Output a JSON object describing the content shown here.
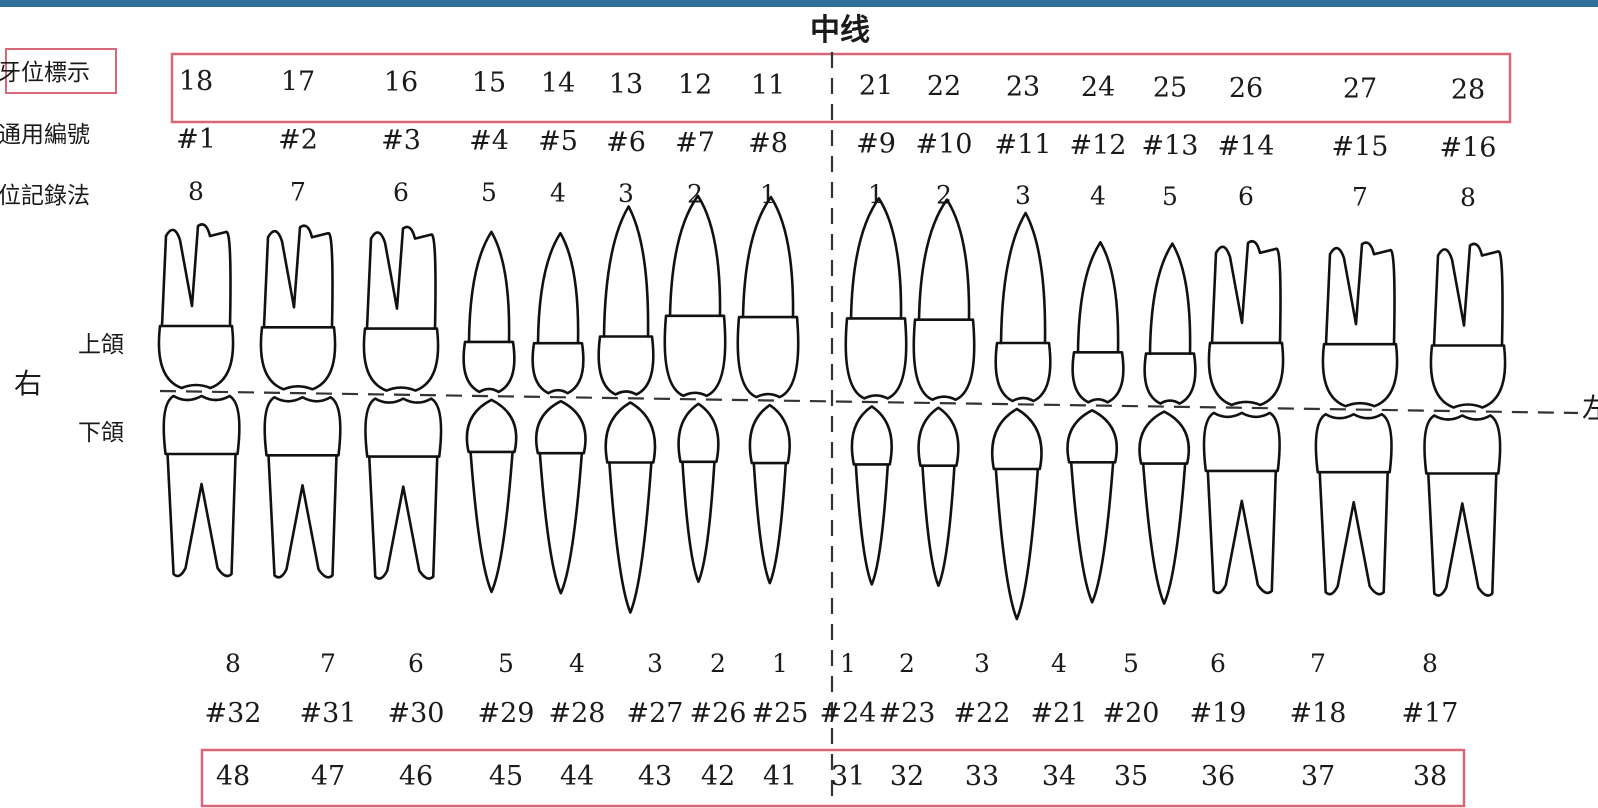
{
  "midline_label": "中线",
  "row_labels": {
    "fdi": "牙位標示",
    "universal": "通用編號",
    "palmer": "位記錄法"
  },
  "jaw_labels": {
    "upper": "上頜",
    "lower": "下頜"
  },
  "side_labels": {
    "right": "右",
    "left": "左"
  },
  "colors": {
    "frame": "#d9677a",
    "topbar": "#2f6f98",
    "line": "#111111"
  },
  "upper": {
    "fdi": [
      "18",
      "17",
      "16",
      "15",
      "14",
      "13",
      "12",
      "11",
      "21",
      "22",
      "23",
      "24",
      "25",
      "26",
      "27",
      "28"
    ],
    "universal": [
      "#1",
      "#2",
      "#3",
      "#4",
      "#5",
      "#6",
      "#7",
      "#8",
      "#9",
      "#10",
      "#11",
      "#12",
      "#13",
      "#14",
      "#15",
      "#16"
    ],
    "palmer": [
      "8",
      "7",
      "6",
      "5",
      "4",
      "3",
      "2",
      "1",
      "1",
      "2",
      "3",
      "4",
      "5",
      "6",
      "7",
      "8"
    ],
    "types": [
      "molar",
      "molar",
      "molar",
      "premolar",
      "premolar",
      "canine",
      "incisor",
      "incisor",
      "incisor",
      "incisor",
      "canine",
      "premolar",
      "premolar",
      "molar",
      "molar",
      "molar"
    ]
  },
  "lower": {
    "palmer": [
      "8",
      "7",
      "6",
      "5",
      "4",
      "3",
      "2",
      "1",
      "1",
      "2",
      "3",
      "4",
      "5",
      "6",
      "7",
      "8"
    ],
    "universal": [
      "#32",
      "#31",
      "#30",
      "#29",
      "#28",
      "#27",
      "#26",
      "#25",
      "#24",
      "#23",
      "#22",
      "#21",
      "#20",
      "#19",
      "#18",
      "#17"
    ],
    "fdi": [
      "48",
      "47",
      "46",
      "45",
      "44",
      "43",
      "42",
      "41",
      "31",
      "32",
      "33",
      "34",
      "35",
      "36",
      "37",
      "38"
    ],
    "types": [
      "molar",
      "molar",
      "molar",
      "premolar",
      "premolar",
      "canine",
      "incisor",
      "incisor",
      "incisor",
      "incisor",
      "canine",
      "premolar",
      "premolar",
      "molar",
      "molar",
      "molar"
    ]
  }
}
